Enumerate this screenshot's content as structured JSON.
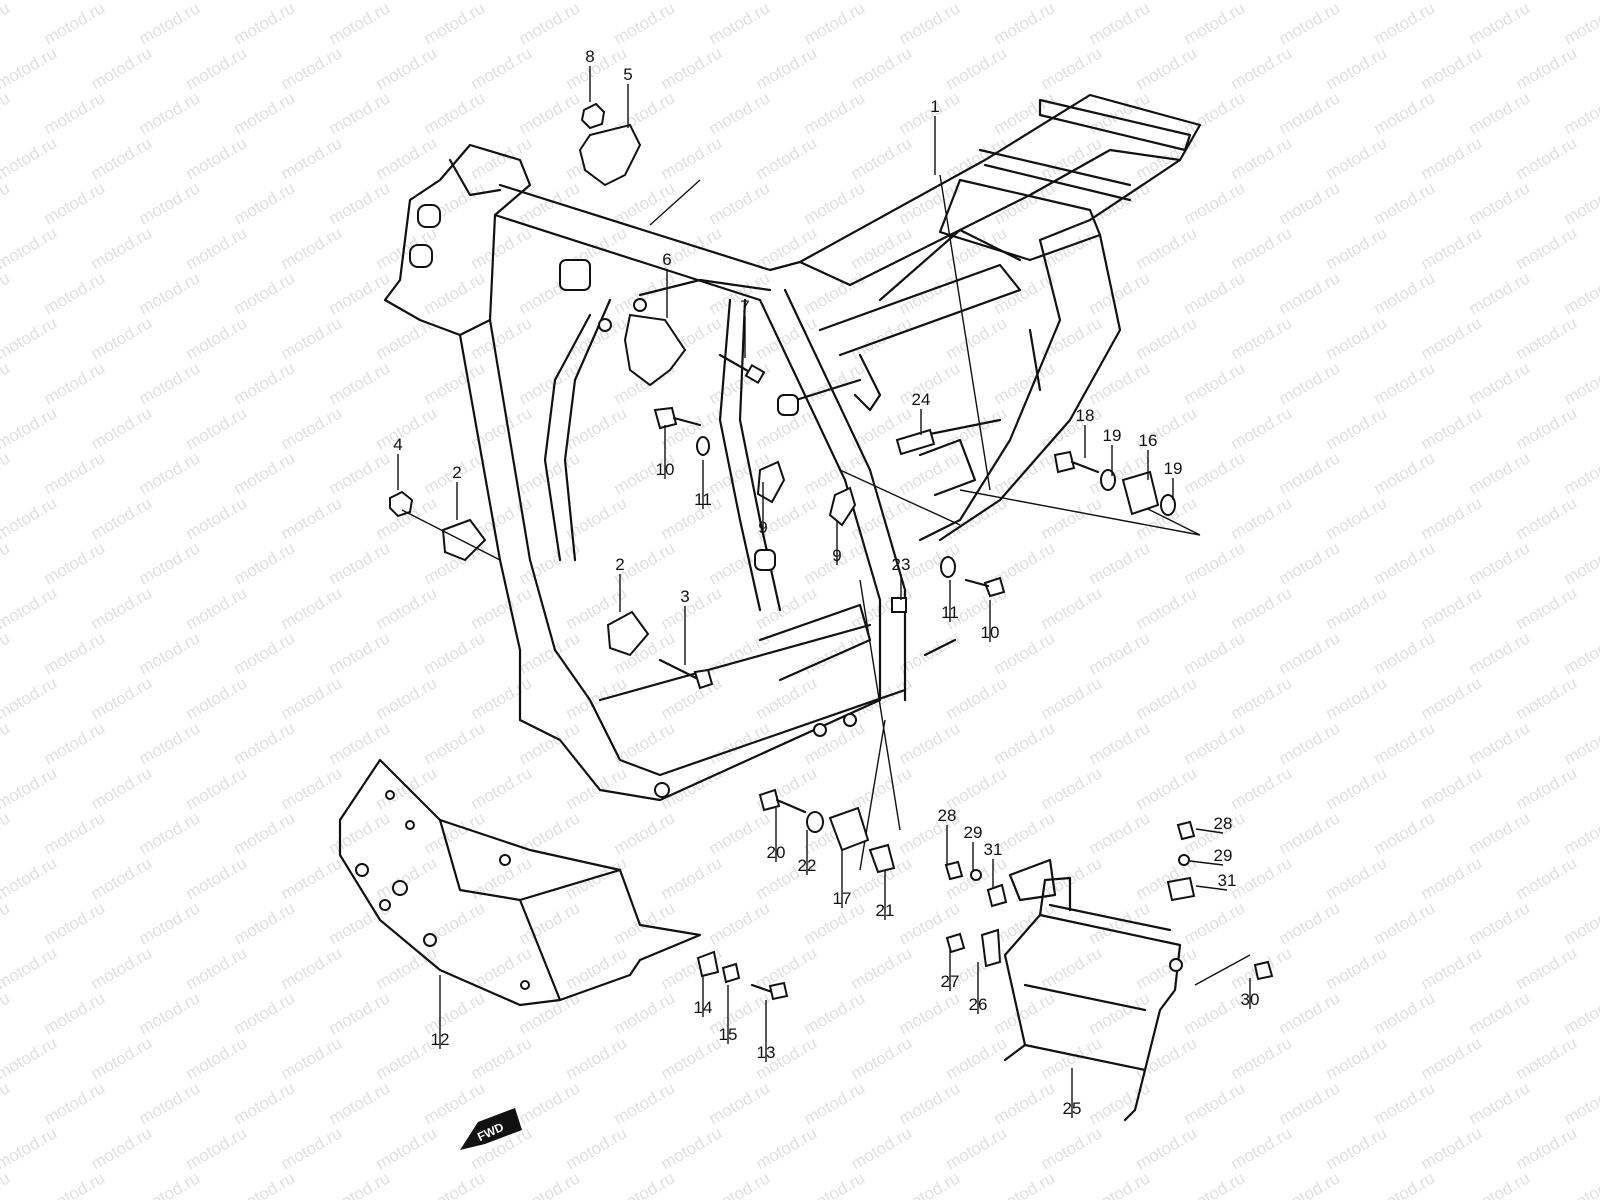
{
  "watermark": "motod.ru",
  "direction_label": "FWD",
  "callouts": [
    "1",
    "2",
    "2",
    "3",
    "4",
    "5",
    "6",
    "7",
    "8",
    "9",
    "9",
    "10",
    "10",
    "11",
    "11",
    "12",
    "13",
    "14",
    "15",
    "16",
    "17",
    "18",
    "19",
    "19",
    "20",
    "21",
    "22",
    "23",
    "24",
    "25",
    "26",
    "27",
    "28",
    "28",
    "29",
    "29",
    "30",
    "31",
    "31"
  ],
  "colors": {
    "line": "#111111",
    "watermark": "#c8c8c8",
    "background": "#ffffff"
  }
}
